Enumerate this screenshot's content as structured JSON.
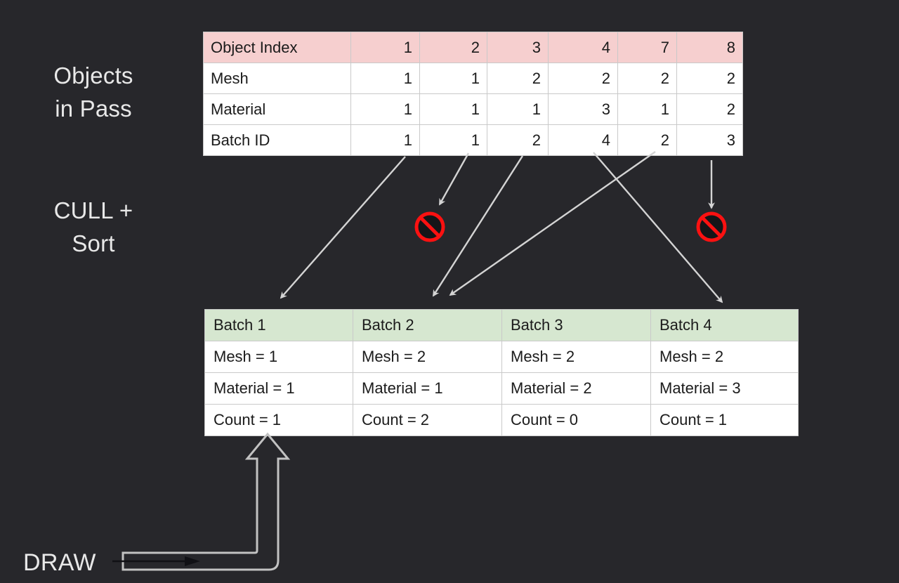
{
  "background_color": "#27272b",
  "stages": {
    "objects_label": "Objects\nin Pass",
    "cull_label": "CULL +\nSort",
    "draw_label": "DRAW"
  },
  "objects_table": {
    "header_color": "#f6cfcf",
    "rows": [
      {
        "label": "Object Index",
        "values": [
          "1",
          "2",
          "3",
          "4",
          "7",
          "8"
        ],
        "header": true
      },
      {
        "label": "Mesh",
        "values": [
          "1",
          "1",
          "2",
          "2",
          "2",
          "2"
        ],
        "header": false
      },
      {
        "label": "Material",
        "values": [
          "1",
          "1",
          "1",
          "3",
          "1",
          "2"
        ],
        "header": false
      },
      {
        "label": "Batch ID",
        "values": [
          "1",
          "1",
          "2",
          "4",
          "2",
          "3"
        ],
        "header": false
      }
    ]
  },
  "batches_table": {
    "header_color": "#d6e7d0",
    "columns": [
      {
        "title": "Batch 1",
        "mesh": "Mesh = 1",
        "material": "Material = 1",
        "count": "Count = 1"
      },
      {
        "title": "Batch 2",
        "mesh": "Mesh = 2",
        "material": "Material = 1",
        "count": "Count = 2"
      },
      {
        "title": "Batch 3",
        "mesh": "Mesh = 2",
        "material": "Material = 2",
        "count": "Count = 0"
      },
      {
        "title": "Batch 4",
        "mesh": "Mesh = 2",
        "material": "Material = 3",
        "count": "Count = 1"
      }
    ]
  },
  "icons": {
    "prohibited_color": "#fb1111",
    "prohibited_count": 2,
    "prohibited_name": "prohibited-icon"
  },
  "arrow_color": "#d4d4d4"
}
